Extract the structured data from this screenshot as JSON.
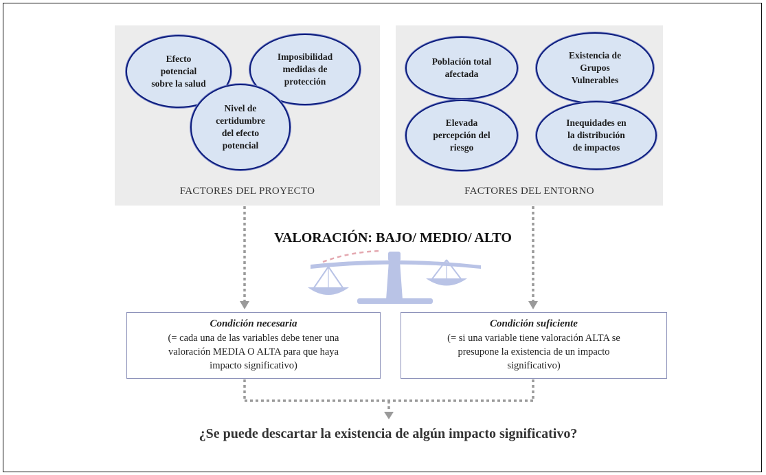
{
  "panels": {
    "proyecto": {
      "label": "FACTORES DEL PROYECTO",
      "factors": [
        "Efecto\npotencial\nsobre la salud",
        "Imposibilidad\nmedidas de\nprotección",
        "Nivel de\ncertidumbre\ndel efecto\npotencial"
      ]
    },
    "entorno": {
      "label": "FACTORES DEL ENTORNO",
      "factors": [
        "Población total\nafectada",
        "Existencia de\nGrupos\nVulnerables",
        "Elevada\npercepción del\nriesgo",
        "Inequidades en\nla distribución\nde impactos"
      ]
    }
  },
  "valoracion": "VALORACIÓN: BAJO/ MEDIO/ ALTO",
  "conditions": {
    "necesaria": {
      "title": "Condición necesaria",
      "text": "(= cada una de las variables debe tener una\nvaloración MEDIA O ALTA para que haya\nimpacto significativo)"
    },
    "suficiente": {
      "title": "Condición suficiente",
      "text": "(= si una variable tiene valoración ALTA se\npresupone la existencia de un impacto\nsignificativo)"
    }
  },
  "question": "¿Se puede descartar la existencia de algún impacto significativo?",
  "colors": {
    "oval_fill": "#d9e4f3",
    "oval_border": "#0c1c7c",
    "panel_bg": "#ececec",
    "arrow": "#9a9a9a",
    "scale": "#b9c3e6"
  }
}
